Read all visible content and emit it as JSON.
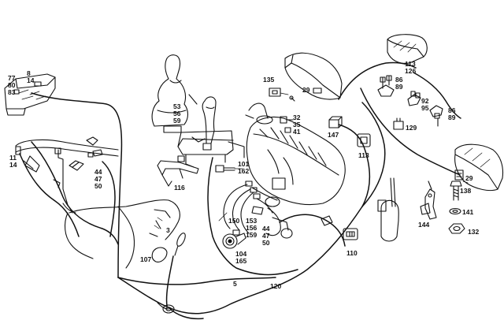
{
  "callouts": [
    {
      "id": "c-8-14",
      "lines": [
        "8",
        "14"
      ]
    },
    {
      "id": "c-77-80-83",
      "lines": [
        "77",
        "80",
        "83"
      ]
    },
    {
      "id": "c-11-14",
      "lines": [
        "11",
        "14"
      ]
    },
    {
      "id": "c-44-47-50-left",
      "lines": [
        "44",
        "47",
        "50"
      ]
    },
    {
      "id": "c-53-56-59",
      "lines": [
        "53",
        "56",
        "59"
      ]
    },
    {
      "id": "c-101-162",
      "lines": [
        "101",
        "162"
      ]
    },
    {
      "id": "c-116",
      "lines": [
        "116"
      ]
    },
    {
      "id": "c-107",
      "lines": [
        "107"
      ]
    },
    {
      "id": "c-3",
      "lines": [
        "3"
      ]
    },
    {
      "id": "c-150",
      "lines": [
        "150"
      ]
    },
    {
      "id": "c-153-156-159",
      "lines": [
        "153",
        "156",
        "159"
      ]
    },
    {
      "id": "c-44-47-50-mid",
      "lines": [
        "44",
        "47",
        "50"
      ]
    },
    {
      "id": "c-104-165",
      "lines": [
        "104",
        "165"
      ]
    },
    {
      "id": "c-5",
      "lines": [
        "5"
      ]
    },
    {
      "id": "c-120",
      "lines": [
        "120"
      ]
    },
    {
      "id": "c-135",
      "lines": [
        "135"
      ]
    },
    {
      "id": "c-29-top",
      "lines": [
        "29"
      ]
    },
    {
      "id": "c-32-35-41",
      "lines": [
        "32",
        "35",
        "41"
      ]
    },
    {
      "id": "c-147",
      "lines": [
        "147"
      ]
    },
    {
      "id": "c-113-mid",
      "lines": [
        "113"
      ]
    },
    {
      "id": "c-129",
      "lines": [
        "129"
      ]
    },
    {
      "id": "c-113-126",
      "lines": [
        "113",
        "126"
      ]
    },
    {
      "id": "c-86-89-top",
      "lines": [
        "86",
        "89"
      ]
    },
    {
      "id": "c-92-95",
      "lines": [
        "92",
        "95"
      ]
    },
    {
      "id": "c-86-89-right",
      "lines": [
        "86",
        "89"
      ]
    },
    {
      "id": "c-29-right",
      "lines": [
        "29"
      ]
    },
    {
      "id": "c-138",
      "lines": [
        "138"
      ]
    },
    {
      "id": "c-141",
      "lines": [
        "141"
      ]
    },
    {
      "id": "c-144",
      "lines": [
        "144"
      ]
    },
    {
      "id": "c-132",
      "lines": [
        "132"
      ]
    },
    {
      "id": "c-110",
      "lines": [
        "110"
      ]
    }
  ]
}
